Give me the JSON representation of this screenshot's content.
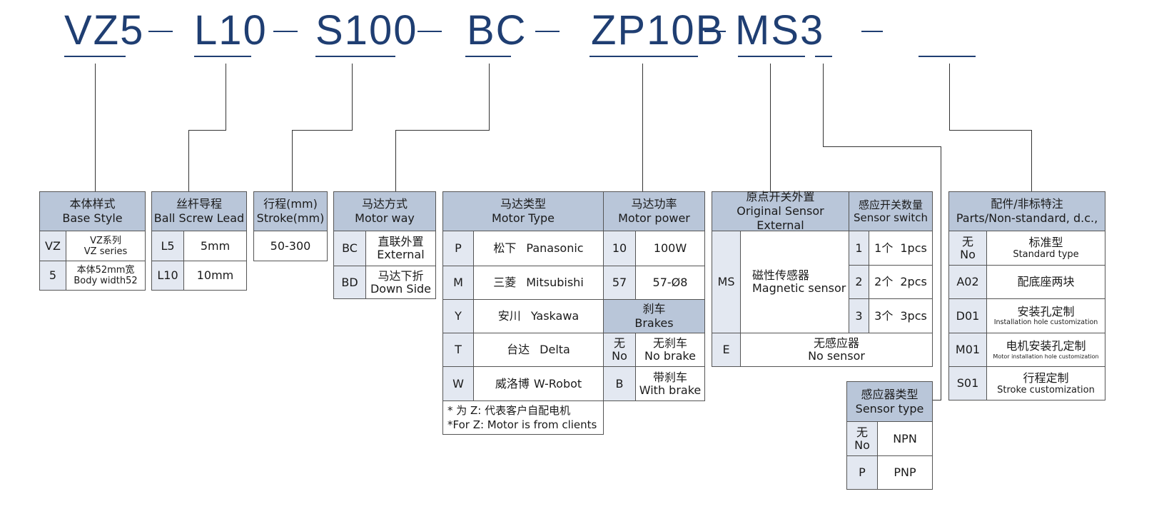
{
  "code": {
    "seg1": "VZ5",
    "seg2": "L10",
    "seg3": "S100",
    "seg4": "BC",
    "seg5": "ZP10B",
    "seg6": "MS3"
  },
  "base_style": {
    "title_cn": "本体样式",
    "title_en": "Base Style",
    "rows": [
      {
        "code": "VZ",
        "cn": "VZ系列",
        "en": "VZ series"
      },
      {
        "code": "5",
        "cn": "本体52mm宽",
        "en": "Body width52"
      }
    ]
  },
  "lead": {
    "title_cn": "丝杆导程",
    "title_en": "Ball Screw Lead",
    "rows": [
      {
        "code": "L5",
        "val": "5mm"
      },
      {
        "code": "L10",
        "val": "10mm"
      }
    ]
  },
  "stroke": {
    "title_cn": "行程(mm)",
    "title_en": "Stroke(mm)",
    "value": "50-300"
  },
  "motor_way": {
    "title_cn": "马达方式",
    "title_en": "Motor way",
    "rows": [
      {
        "code": "BC",
        "cn": "直联外置",
        "en": "External"
      },
      {
        "code": "BD",
        "cn": "马达下折",
        "en": "Down Side"
      }
    ]
  },
  "motor_type": {
    "title_cn": "马达类型",
    "title_en": "Motor Type",
    "rows": [
      {
        "code": "P",
        "cn": "松下",
        "en": "Panasonic"
      },
      {
        "code": "M",
        "cn": "三菱",
        "en": "Mitsubishi"
      },
      {
        "code": "Y",
        "cn": "安川",
        "en": "Yaskawa"
      },
      {
        "code": "T",
        "cn": "台达",
        "en": "Delta"
      },
      {
        "code": "W",
        "cn": "威洛博",
        "en": "W-Robot"
      }
    ],
    "note_cn": "* 为 Z: 代表客户自配电机",
    "note_en": "*For Z: Motor is from clients"
  },
  "motor_power": {
    "title_cn": "马达功率",
    "title_en": "Motor power",
    "rows": [
      {
        "code": "10",
        "val": "100W"
      },
      {
        "code": "57",
        "val": "57-Ø8"
      }
    ]
  },
  "brakes": {
    "title_cn": "刹车",
    "title_en": "Brakes",
    "rows": [
      {
        "code_cn": "无",
        "code_en": "No",
        "cn": "无刹车",
        "en": "No brake"
      },
      {
        "code_cn": "B",
        "code_en": "",
        "cn": "带刹车",
        "en": "With brake"
      }
    ]
  },
  "sensor_ext": {
    "title_cn": "原点开关外置",
    "title_en": "Original Sensor External",
    "ms_code": "MS",
    "ms_cn": "磁性传感器",
    "ms_en": "Magnetic sensor",
    "e_code": "E",
    "e_cn": "无感应器",
    "e_en": "No sensor"
  },
  "sensor_qty": {
    "title_cn": "感应开关数量",
    "title_en": "Sensor switch",
    "rows": [
      {
        "code": "1",
        "cn": "1个",
        "en": "1pcs"
      },
      {
        "code": "2",
        "cn": "2个",
        "en": "2pcs"
      },
      {
        "code": "3",
        "cn": "3个",
        "en": "3pcs"
      }
    ]
  },
  "sensor_type": {
    "title_cn": "感应器类型",
    "title_en": "Sensor type",
    "rows": [
      {
        "code_cn": "无",
        "code_en": "No",
        "val": "NPN"
      },
      {
        "code_cn": "P",
        "code_en": "",
        "val": "PNP"
      }
    ]
  },
  "parts": {
    "title_cn": "配件/非标特注",
    "title_en": "Parts/Non-standard, d.c.,",
    "rows": [
      {
        "code_cn": "无",
        "code_en": "No",
        "cn": "标准型",
        "en": "Standard type"
      },
      {
        "code_cn": "A02",
        "code_en": "",
        "cn": "配底座两块",
        "en": ""
      },
      {
        "code_cn": "D01",
        "code_en": "",
        "cn": "安装孔定制",
        "en": "Installation hole customization"
      },
      {
        "code_cn": "M01",
        "code_en": "",
        "cn": "电机安装孔定制",
        "en": "Motor installation hole customization"
      },
      {
        "code_cn": "S01",
        "code_en": "",
        "cn": "行程定制",
        "en": "Stroke customization"
      }
    ]
  }
}
